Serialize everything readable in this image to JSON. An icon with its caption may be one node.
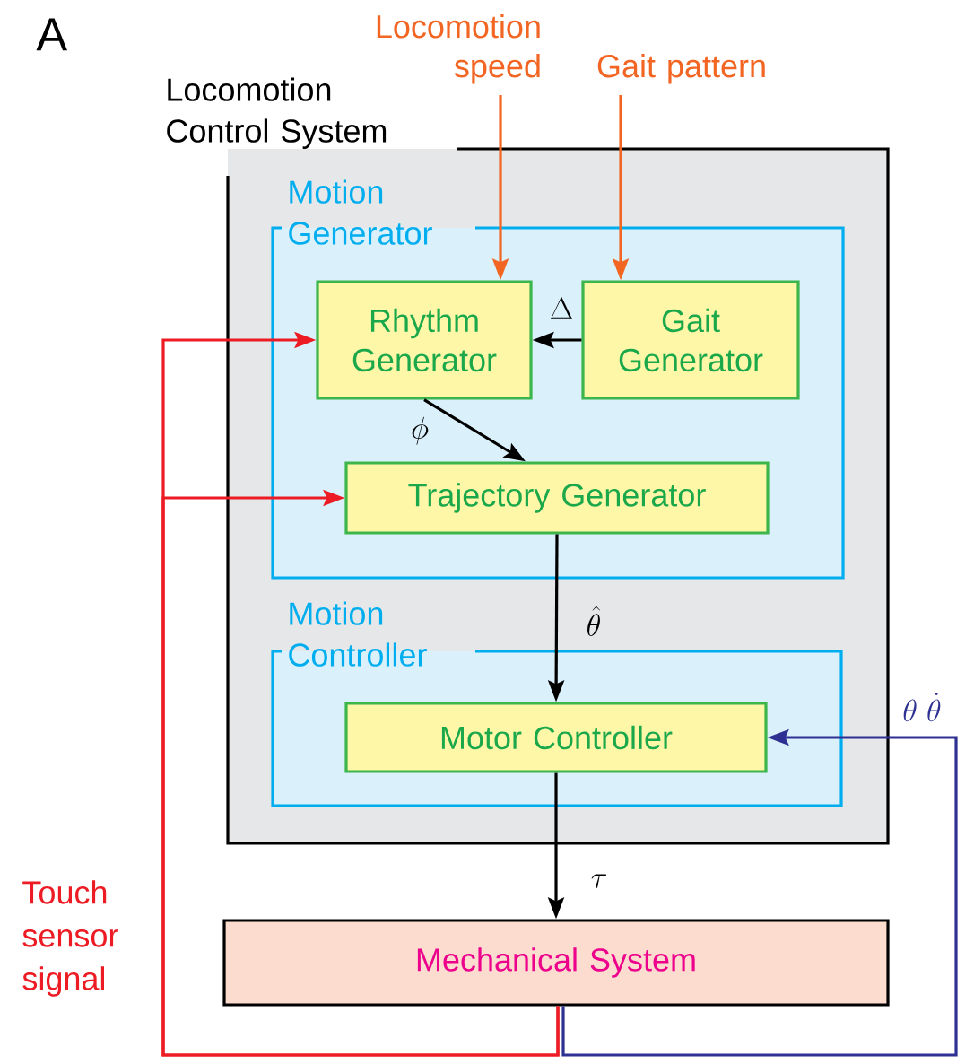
{
  "diagram": {
    "nodes": [
      {
        "text": [
          "Locomotion Control System"
        ]
      },
      {
        "text": [
          "Motion Generator"
        ],
        "in": 0
      },
      {
        "text": [
          "Rhythm Generator"
        ],
        "in": 1
      },
      {
        "text": [
          "Gait Generator"
        ],
        "in": 1
      },
      {
        "text": [
          "Trajectory Generator"
        ],
        "in": 1
      },
      {
        "text": [
          "Motion Controller"
        ],
        "in": 0
      },
      {
        "text": [
          "Motor Controller"
        ],
        "in": 5
      },
      {
        "text": [
          "Mechanical System"
        ]
      },
      {
        "text": [
          "Locomotion speed"
        ]
      },
      {
        "text": [
          "Gait pattern"
        ]
      }
    ],
    "edges": [
      {
        "from": 8,
        "to": 2,
        "arrow": "to",
        "color": "#f26522"
      },
      {
        "from": 9,
        "to": 3,
        "arrow": "to",
        "color": "#f26522"
      },
      {
        "from": 3,
        "to": 2,
        "arrow": "to",
        "label": "\\Delta"
      },
      {
        "from": 2,
        "to": 4,
        "arrow": "to",
        "label": "\\phi"
      },
      {
        "from": 4,
        "to": 6,
        "arrow": "to",
        "label": "\\hat{\\theta}"
      },
      {
        "from": 6,
        "to": 7,
        "arrow": "to",
        "label": "\\tau"
      },
      {
        "from": 7,
        "to": 2,
        "arrow": "to",
        "color": "#ed1c24",
        "label": "Touch sensor signal"
      },
      {
        "from": 7,
        "to": 4,
        "arrow": "to",
        "color": "#ed1c24"
      },
      {
        "from": 7,
        "to": 6,
        "arrow": "to",
        "color": "#2e3192",
        "label": "\\theta\\ \\dot{\\theta}"
      }
    ],
    "labels": [
      "A"
    ]
  }
}
